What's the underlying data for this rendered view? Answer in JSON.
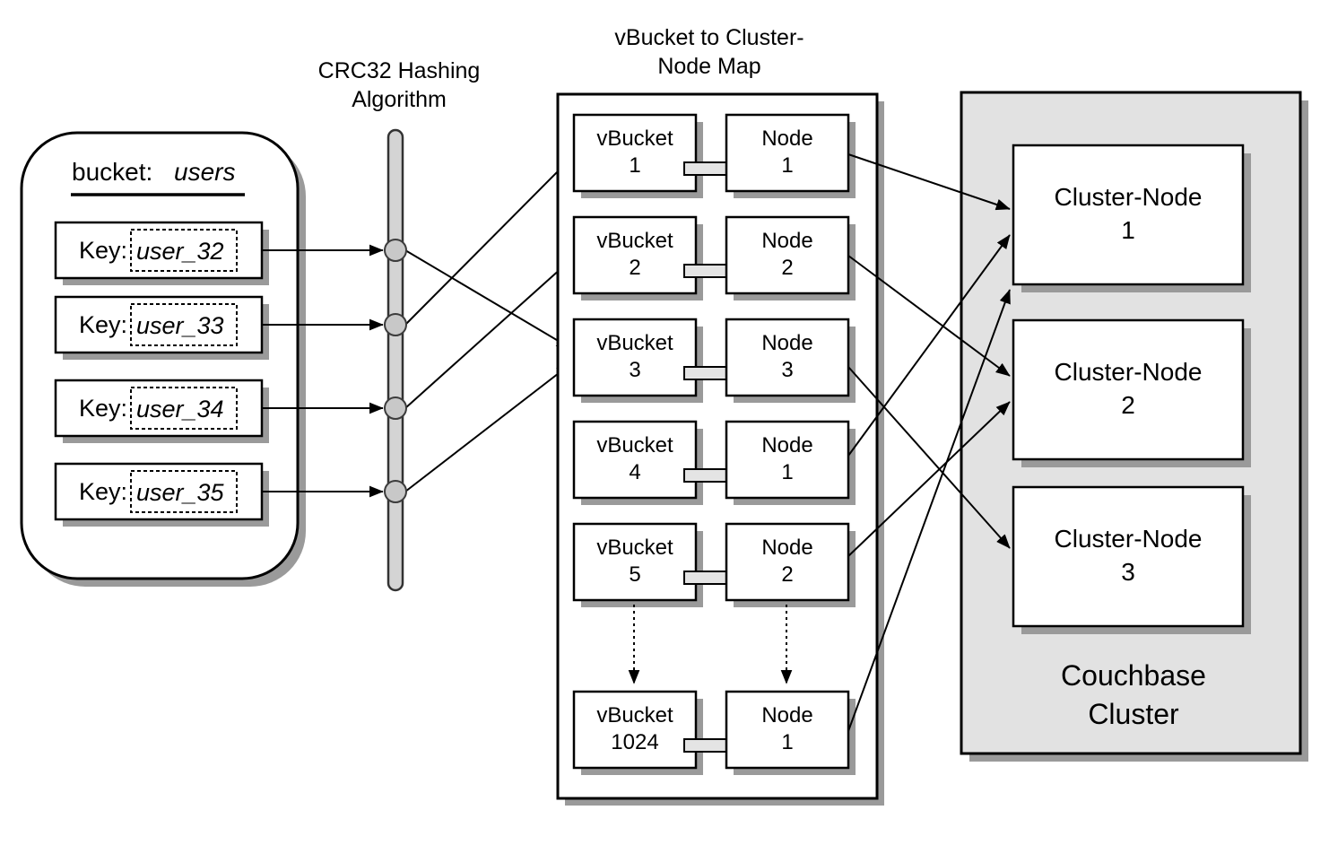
{
  "bucket": {
    "title_label": "bucket:",
    "title_value": "users",
    "keys": [
      {
        "label": "Key:",
        "value": "user_32"
      },
      {
        "label": "Key:",
        "value": "user_33"
      },
      {
        "label": "Key:",
        "value": "user_34"
      },
      {
        "label": "Key:",
        "value": "user_35"
      }
    ]
  },
  "hashing": {
    "title_line1": "CRC32 Hashing",
    "title_line2": "Algorithm"
  },
  "map": {
    "title_line1": "vBucket to Cluster-",
    "title_line2": "Node Map",
    "rows": [
      {
        "vbucket_label": "vBucket",
        "vbucket_id": "1",
        "node_label": "Node",
        "node_id": "1"
      },
      {
        "vbucket_label": "vBucket",
        "vbucket_id": "2",
        "node_label": "Node",
        "node_id": "2"
      },
      {
        "vbucket_label": "vBucket",
        "vbucket_id": "3",
        "node_label": "Node",
        "node_id": "3"
      },
      {
        "vbucket_label": "vBucket",
        "vbucket_id": "4",
        "node_label": "Node",
        "node_id": "1"
      },
      {
        "vbucket_label": "vBucket",
        "vbucket_id": "5",
        "node_label": "Node",
        "node_id": "2"
      },
      {
        "vbucket_label": "vBucket",
        "vbucket_id": "1024",
        "node_label": "Node",
        "node_id": "1"
      }
    ]
  },
  "cluster": {
    "label_line1": "Couchbase",
    "label_line2": "Cluster",
    "nodes": [
      {
        "label": "Cluster-Node",
        "id": "1"
      },
      {
        "label": "Cluster-Node",
        "id": "2"
      },
      {
        "label": "Cluster-Node",
        "id": "3"
      }
    ]
  },
  "edges": {
    "key_to_vbucket": [
      {
        "from": "user_32",
        "to": "vBucket 3"
      },
      {
        "from": "user_33",
        "to": "vBucket 1"
      },
      {
        "from": "user_34",
        "to": "vBucket 2"
      },
      {
        "from": "user_35",
        "to": "vBucket 3"
      }
    ],
    "node_to_cluster_node": [
      {
        "from": "vBucket 1 / Node 1",
        "to": "Cluster-Node 1"
      },
      {
        "from": "vBucket 2 / Node 2",
        "to": "Cluster-Node 2"
      },
      {
        "from": "vBucket 3 / Node 3",
        "to": "Cluster-Node 3"
      },
      {
        "from": "vBucket 4 / Node 1",
        "to": "Cluster-Node 1"
      },
      {
        "from": "vBucket 5 / Node 2",
        "to": "Cluster-Node 2"
      },
      {
        "from": "vBucket 1024 / Node 1",
        "to": "Cluster-Node 1"
      }
    ]
  },
  "colors": {
    "shadow": "#9a9a9a",
    "cluster_fill": "#e2e2e2",
    "bar_fill": "#d4d4d4",
    "block_arrow_fill": "#e4e4e4",
    "outline": "#000000"
  }
}
